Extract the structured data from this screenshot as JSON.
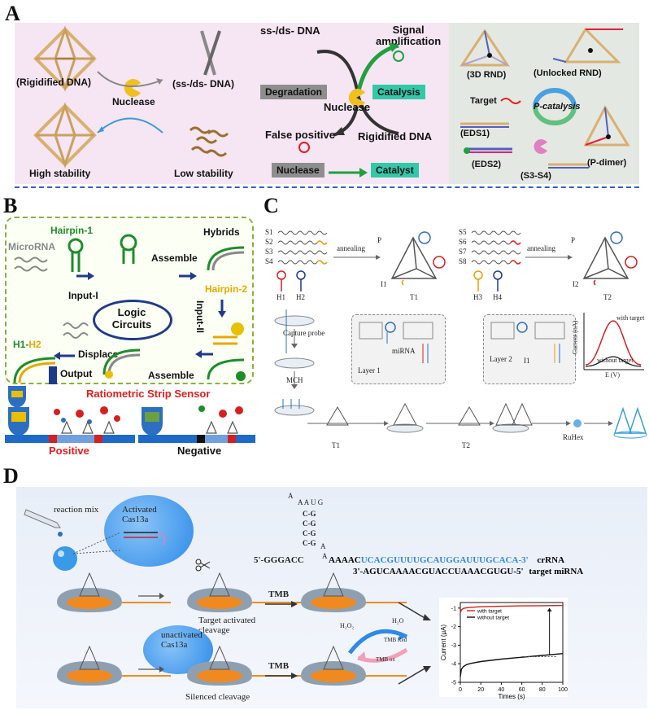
{
  "panels": {
    "a": {
      "letter": "A"
    },
    "b": {
      "letter": "B"
    },
    "c": {
      "letter": "C"
    },
    "d": {
      "letter": "D"
    }
  },
  "panel_a": {
    "rigidified": "(Rigidified DNA)",
    "nuclease_left": "Nuclease",
    "ss_ds": "(ss-/ds- DNA)",
    "high_stability": "High stability",
    "low_stability": "Low stability",
    "ss_ds_top": "ss-/ds- DNA",
    "signal_amp": "Signal\namplification",
    "degradation": "Degradation",
    "catalysis": "Catalysis",
    "nuclease_center": "Nuclease",
    "false_positive": "False positive",
    "rigidified_dna": "Rigidified DNA",
    "nuclease_box": "Nuclease",
    "catalyst_box": "Catalyst",
    "rnd3d": "(3D RND)",
    "unlocked": "(Unlocked RND)",
    "target": "Target",
    "pcatalysis": "P-catalysis",
    "eds1": "(EDS1)",
    "eds2": "(EDS2)",
    "pdimer": "(P-dimer)",
    "s3s4": "(S3-S4)"
  },
  "panel_b": {
    "hairpin1": "Hairpin-1",
    "microrna": "MicroRNA",
    "assemble_top": "Assemble",
    "hybrids": "Hybrids",
    "input1": "Input-I",
    "logic": "Logic\nCircuits",
    "input2": "Input-II",
    "hairpin2": "Hairpin-2",
    "h1": "H1-",
    "h2": "H2",
    "displace": "Displace",
    "output": "Output",
    "assemble_bottom": "Assemble",
    "strip": "Ratiometric Strip Sensor",
    "positive": "Positive",
    "negative": "Negative"
  },
  "panel_c": {
    "strands_left": [
      "S1",
      "S2",
      "S3",
      "S4"
    ],
    "strands_right": [
      "S5",
      "S6",
      "S7",
      "S8"
    ],
    "annealing1": "annealing",
    "annealing2": "annealing",
    "p1": "P",
    "p2": "P",
    "i1": "I1",
    "i2": "I2",
    "h1": "H1",
    "h2": "H2",
    "h3": "H3",
    "h4": "H4",
    "t1": "T1",
    "t2": "T2",
    "capture": "Capture probe",
    "mch": "MCH",
    "mirna": "miRNA",
    "layer1": "Layer 1",
    "layer2": "Layer 2",
    "i1_layer": "I1",
    "t1_bottom": "T1",
    "t2_bottom": "T2",
    "ruhex": "RuHex",
    "with_target": "with target",
    "without_target": "without target",
    "ylabel": "Current (nA)",
    "xlabel": "E (V)"
  },
  "panel_d": {
    "reaction_mix": "reaction mix",
    "activated": "Activated\nCas13a",
    "unactivated": "unactivated\nCas13a",
    "tmb1": "TMB",
    "tmb2": "TMB",
    "target_activated": "Target activated\ncleavage",
    "silenced": "Silenced  cleavage",
    "seq_left": "5'-GGGACC",
    "seq_aaaac": "AAAAC",
    "seq_blue": "UCACGUUUUGCAUGGAUUUGCACA-3'",
    "crrna": "crRNA",
    "target_seq": "3'-AGUCAAAACGUACCUAAACGUGU-5'",
    "target_mirna": "target miRNA",
    "loop_top": "A A U G",
    "stem": [
      "C-G",
      "C-G",
      "C-G",
      "C-G"
    ],
    "loop_side": [
      "A",
      "A",
      "A"
    ],
    "h2o2": "H₂O₂",
    "h2o": "H₂O",
    "tmbred": "TMB Red",
    "tmbox": "TMB ox"
  },
  "chart_data": [
    {
      "type": "line",
      "panel": "C",
      "xlabel": "E (V)",
      "ylabel": "Current (nA)",
      "series": [
        {
          "name": "with target",
          "color": "#d62020"
        },
        {
          "name": "without target",
          "color": "#111111"
        }
      ]
    },
    {
      "type": "line",
      "panel": "D",
      "xlabel": "Times (s)",
      "ylabel": "Current (μA)",
      "xlim": [
        0,
        100
      ],
      "ylim": [
        -5,
        -0.7
      ],
      "xticks": [
        0,
        20,
        40,
        60,
        80,
        100
      ],
      "yticks": [
        -1,
        -2,
        -3,
        -4,
        -5
      ],
      "series": [
        {
          "name": "with target",
          "color": "#d62020",
          "x": [
            0,
            1,
            3,
            6,
            10,
            20,
            40,
            60,
            80,
            100
          ],
          "y": [
            -1.25,
            -1.1,
            -1.02,
            -0.98,
            -0.96,
            -0.93,
            -0.9,
            -0.88,
            -0.87,
            -0.86
          ]
        },
        {
          "name": "without target",
          "color": "#111111",
          "x": [
            0,
            1,
            3,
            6,
            10,
            20,
            40,
            60,
            80,
            100
          ],
          "y": [
            -4.7,
            -4.3,
            -4.15,
            -4.05,
            -3.98,
            -3.88,
            -3.75,
            -3.65,
            -3.55,
            -3.45
          ]
        }
      ]
    }
  ]
}
